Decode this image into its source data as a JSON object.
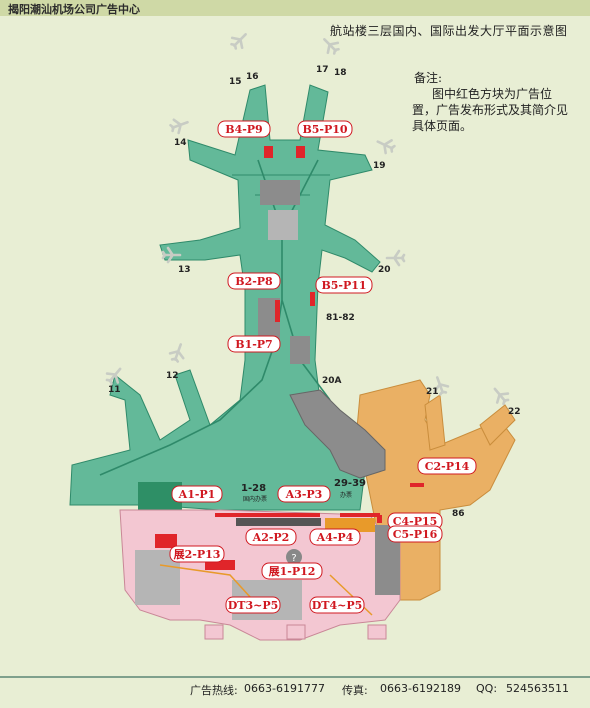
{
  "header": {
    "org": "揭阳潮汕机场公司广告中心"
  },
  "map": {
    "title": "航站楼三层国内、国际出发大厅平面示意图",
    "colors": {
      "domestic": "#63b999",
      "international": "#eab064",
      "hall": "#f3c7d2",
      "ad": "#e0252a",
      "security": "#8c8c8c",
      "background": "#e8eed4"
    }
  },
  "note": {
    "heading": "备注:",
    "body": "图中红色方块为广告位置，广告发布形式及其简介见具体页面。"
  },
  "ads": {
    "b4p9": "B4-P9",
    "b5p10": "B5-P10",
    "b2p8": "B2-P8",
    "b5p11": "B5-P11",
    "b1p7": "B1-P7",
    "a1p1": "A1-P1",
    "a3p3": "A3-P3",
    "a2p2": "A2-P2",
    "a4p4": "A4-P4",
    "c2p14": "C2-P14",
    "c4p15": "C4-P15",
    "c5p16": "C5-P16",
    "zhan2": "展2-P13",
    "zhan1": "展1-P12",
    "dt3": "DT3~P5",
    "dt4": "DT4~P5"
  },
  "gates": {
    "g11": "11",
    "g12": "12",
    "g13": "13",
    "g14": "14",
    "g15": "15",
    "g16": "16",
    "g17": "17",
    "g18": "18",
    "g19": "19",
    "g20": "20",
    "g20a": "20A",
    "g21": "21",
    "g22": "22",
    "g8182": "81-82",
    "g86": "86"
  },
  "counters": {
    "c128": "1-28",
    "c2939": "29-39",
    "domestic_zone": "国内办票",
    "intl_zone": "办票"
  },
  "footer": {
    "hotline_label": "广告热线:",
    "hotline": "0663-6191777",
    "fax_label": "传真:",
    "fax": "0663-6192189",
    "qq_label": "QQ:",
    "qq": "524563511"
  }
}
